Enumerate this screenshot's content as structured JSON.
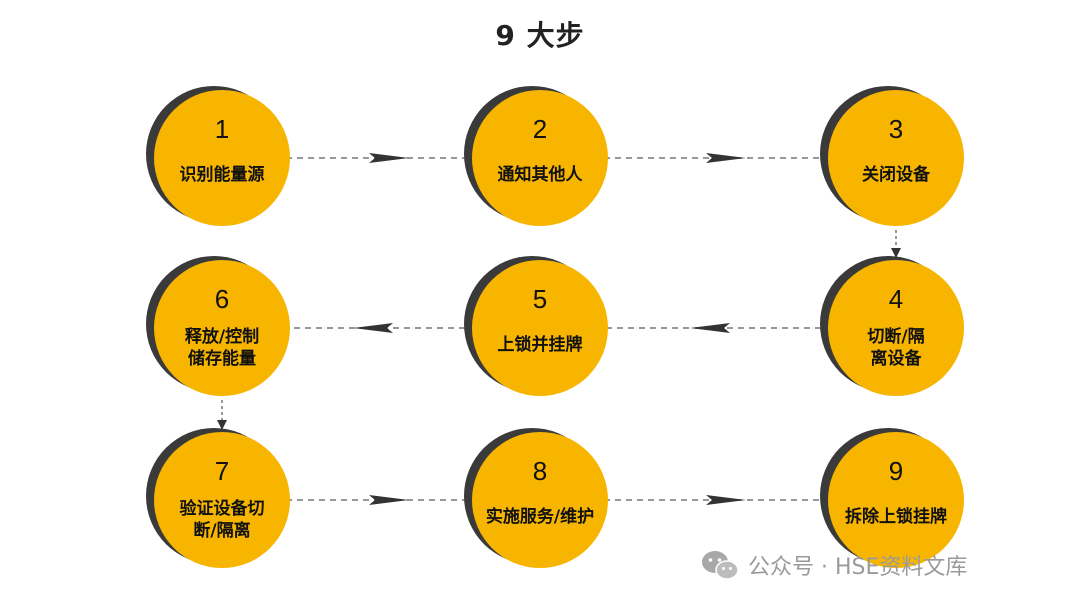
{
  "title": "9 大步",
  "colors": {
    "circle_fill": "#F7B500",
    "circle_shadow": "#3A3A3A",
    "connector": "#777777",
    "arrowhead": "#333333",
    "text": "#111111",
    "watermark": "#9A9A9A"
  },
  "steps": [
    {
      "num": "1",
      "label": [
        "识别能量源"
      ]
    },
    {
      "num": "2",
      "label": [
        "通知其他人"
      ]
    },
    {
      "num": "3",
      "label": [
        "关闭设备"
      ]
    },
    {
      "num": "4",
      "label": [
        "切断/隔",
        "离设备"
      ]
    },
    {
      "num": "5",
      "label": [
        "上锁并挂牌"
      ]
    },
    {
      "num": "6",
      "label": [
        "释放/控制",
        "储存能量"
      ]
    },
    {
      "num": "7",
      "label": [
        "验证设备切",
        "断/隔离"
      ]
    },
    {
      "num": "8",
      "label": [
        "实施服务/维护"
      ]
    },
    {
      "num": "9",
      "label": [
        "拆除上锁挂牌"
      ]
    }
  ],
  "flow": [
    {
      "from": "1",
      "to": "2"
    },
    {
      "from": "2",
      "to": "3"
    },
    {
      "from": "3",
      "to": "4"
    },
    {
      "from": "4",
      "to": "5"
    },
    {
      "from": "5",
      "to": "6"
    },
    {
      "from": "6",
      "to": "7"
    },
    {
      "from": "7",
      "to": "8"
    },
    {
      "from": "8",
      "to": "9"
    }
  ],
  "watermark": {
    "text": "公众号 · HSE资料文库",
    "icon": "wechat-icon"
  }
}
